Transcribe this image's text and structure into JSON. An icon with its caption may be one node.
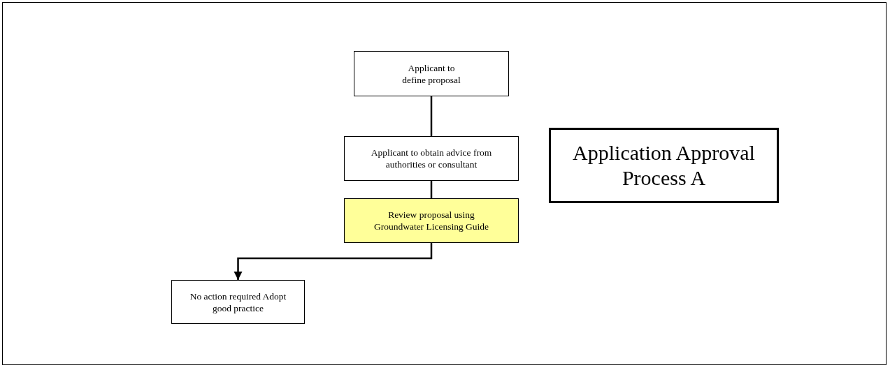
{
  "diagram": {
    "title": "Application Approval Process A",
    "nodes": [
      {
        "text": [
          "Applicant to define proposal"
        ]
      },
      {
        "text": [
          "Applicant to obtain advice from authorities or consultant"
        ]
      },
      {
        "text": [
          "Review proposal using Groundwater Licensing Guide"
        ]
      },
      {
        "text": [
          "No action required Adopt good practice"
        ]
      }
    ],
    "edges": [
      {
        "from": 0,
        "to": 1,
        "arrow": "none"
      },
      {
        "from": 1,
        "to": 2,
        "arrow": "none"
      },
      {
        "from": 2,
        "to": 3,
        "arrow": "to"
      }
    ]
  }
}
